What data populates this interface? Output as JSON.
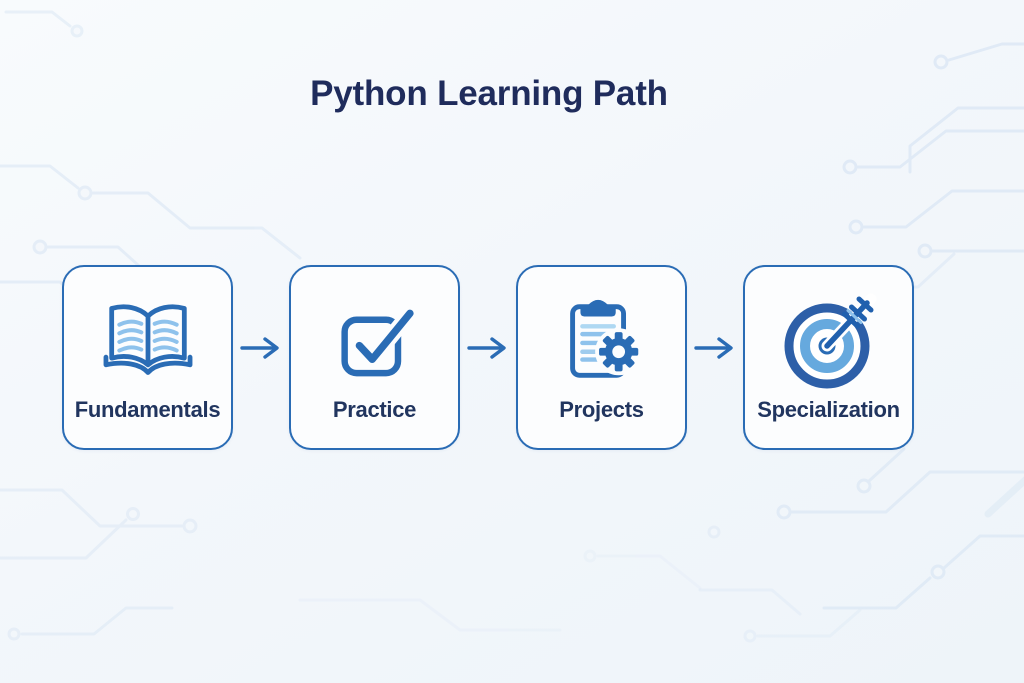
{
  "title": "Python Learning Path",
  "steps": [
    {
      "label": "Fundamentals",
      "icon": "open-book-icon"
    },
    {
      "label": "Practice",
      "icon": "checkbox-check-icon"
    },
    {
      "label": "Projects",
      "icon": "clipboard-gear-icon"
    },
    {
      "label": "Specialization",
      "icon": "target-arrow-icon"
    }
  ],
  "connector": {
    "icon": "right-arrow-icon"
  },
  "colors": {
    "accent_blue": "#2a6cb5",
    "dark_ring_blue": "#2d5fa8",
    "mid_ring_blue": "#66a9de",
    "light_blue": "#8ec2ec",
    "pale_blue_line": "#aed8f2",
    "title_navy": "#1f2c5c",
    "label_navy": "#21355f",
    "card_bg": "#fcfdfe",
    "card_border": "#2a6cb5",
    "page_bg": "#f3f7fb",
    "circuit_trace": "#d5e3f3"
  }
}
